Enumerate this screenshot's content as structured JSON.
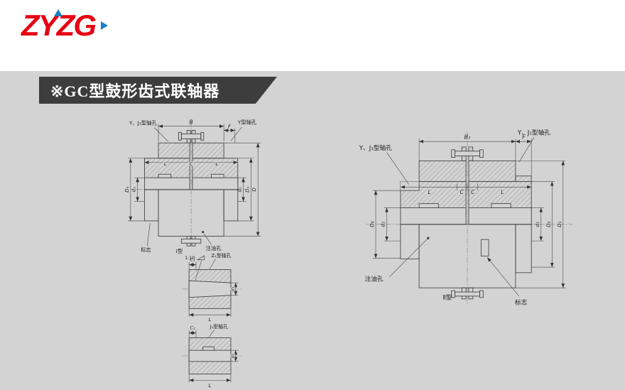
{
  "page": {
    "background": "#d3d3d3",
    "header_background": "#ffffff"
  },
  "logo": {
    "text": "ZYZG",
    "red": "#e60012",
    "blue": "#1a7fc3"
  },
  "banner": {
    "title": "※GC型鼓形齿式联轴器",
    "background": "#3d3d3d",
    "text_color": "#ffffff"
  },
  "type1": {
    "labels": {
      "hole_yj1": "Y、J₁型轴孔",
      "hole_y": "Y型轴孔",
      "dim_b": "B",
      "dim_f": "F",
      "dim_l_left": "L",
      "dim_c": "C",
      "dim_l_right": "L",
      "dim_d2": "d₂",
      "dim_D4": "D₄",
      "dim_d1": "d₁",
      "dim_D2": "D₂",
      "dim_D": "D",
      "mark": "标志",
      "oil_hole": "注油孔",
      "type_label": "Ⅰ型"
    },
    "detail_z1": {
      "taper": "1:10",
      "hole": "Z₁型轴孔",
      "dim_c1": "C₁",
      "dim_l": "L",
      "dim_d1": "d₁"
    },
    "detail_j1": {
      "hole": "J₁型轴孔",
      "dim_c2": "C₂",
      "dim_l": "L",
      "dim_d1": "d₁"
    }
  },
  "type2": {
    "labels": {
      "hole_yj1_left": "Y、J₁型轴孔",
      "hole_yj1_right": "Y、J₁型轴孔",
      "dim_b1": "B₁",
      "dim_f": "F",
      "dim_l_left": "L",
      "dim_c_left": "C",
      "dim_c_right": "C",
      "dim_l_right": "L",
      "dim_d2": "d₂",
      "dim_D4": "D₄",
      "dim_d1": "d₁",
      "dim_D2": "D₂",
      "dim_D1": "D₁",
      "oil_hole": "注油孔",
      "type_label": "Ⅱ型",
      "mark": "标志"
    }
  }
}
